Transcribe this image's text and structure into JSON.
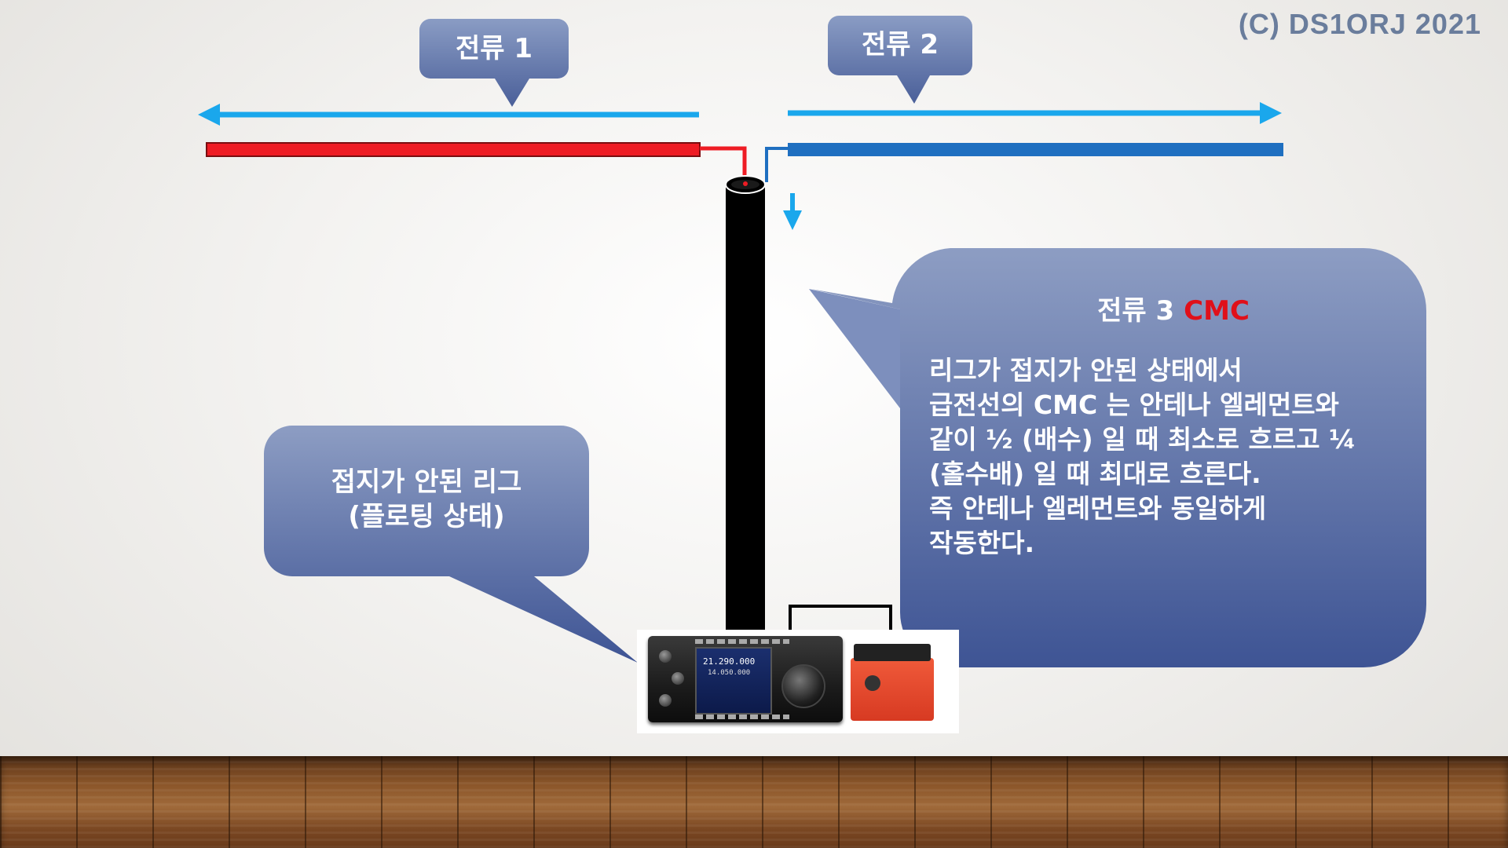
{
  "copyright": "(C) DS1ORJ   2021",
  "labels": {
    "current1": "전류 1",
    "current2": "전류 2"
  },
  "bubble_ground": {
    "line1": "접지가 안된 리그",
    "line2": "(플로팅 상태)"
  },
  "bubble_cmc": {
    "title": "전류 3",
    "title_highlight": "CMC",
    "lines": [
      "리그가 접지가 안된 상태에서",
      "급전선의 CMC 는 안테나 엘레먼트와",
      "같이 ½ (배수) 일 때 최소로 흐르고 ¼",
      "(홀수배) 일 때 최대로 흐른다.",
      "즉 안테나 엘레먼트와 동일하게",
      "작동한다."
    ]
  },
  "rig": {
    "freq_main": "21.290.000",
    "freq_sub": "14.050.000"
  },
  "colors": {
    "arrow": "#1aa7ec",
    "element_left": "#ee1c24",
    "element_right": "#1f6fc0",
    "coax": "#000000",
    "bubble_top": "#8d9dc3",
    "bubble_bottom": "#3e5494",
    "cmc_highlight": "#e0101a"
  }
}
